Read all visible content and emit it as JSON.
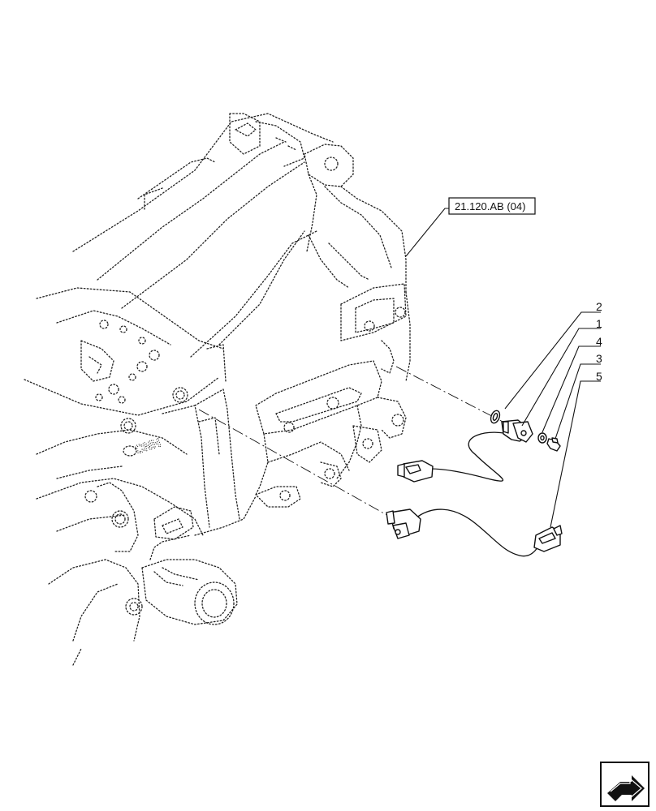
{
  "diagram": {
    "reference_label": "21.120.AB (04)",
    "casting_logo": "CNH",
    "callouts": [
      {
        "id": "callout-2",
        "text": "2"
      },
      {
        "id": "callout-1",
        "text": "1"
      },
      {
        "id": "callout-4",
        "text": "4"
      },
      {
        "id": "callout-3",
        "text": "3"
      },
      {
        "id": "callout-5",
        "text": "5"
      }
    ],
    "icons": {
      "navigation": "next-page-arrow-icon"
    }
  }
}
